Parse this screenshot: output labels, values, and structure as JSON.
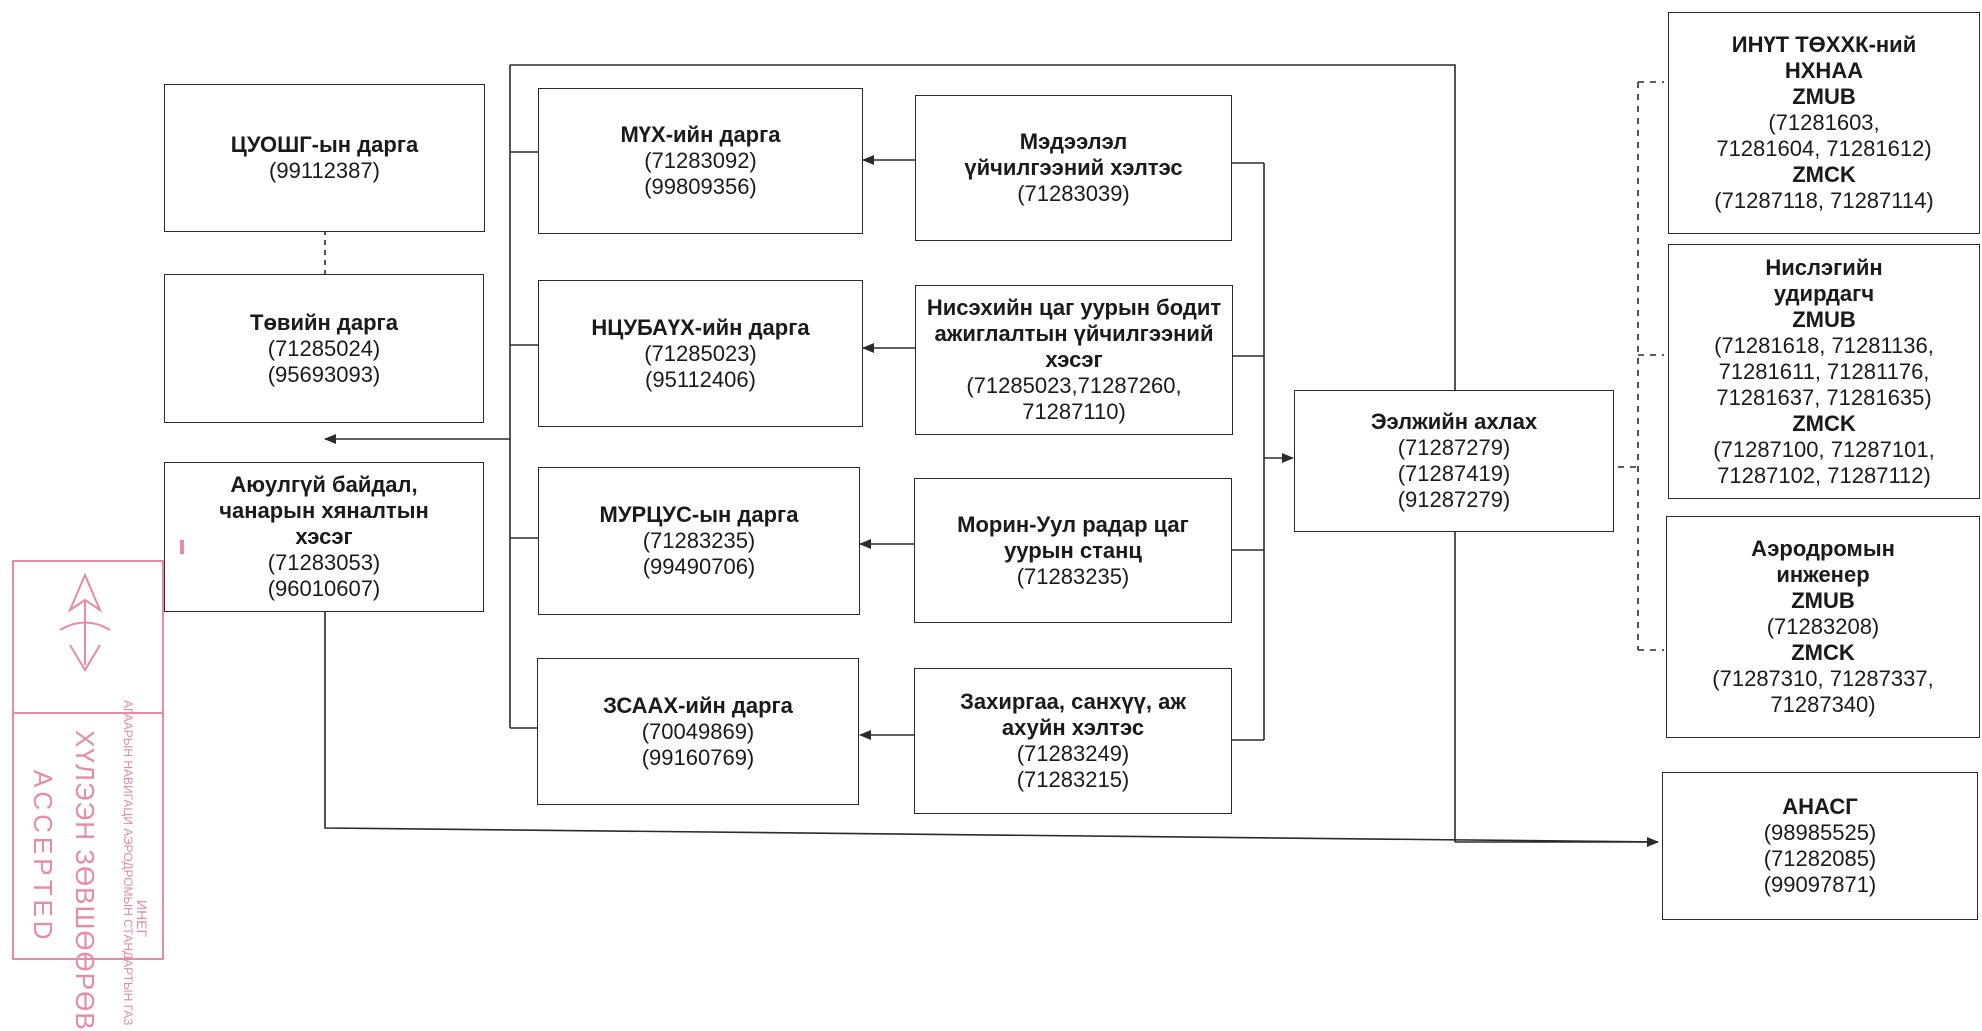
{
  "boxes": {
    "chief_center": {
      "title": "ЦУОШГ-ын дарга",
      "phones": [
        "(99112387)"
      ]
    },
    "center_director": {
      "title": "Төвийн дарга",
      "phones": [
        "(71285024)",
        "(95693093)"
      ]
    },
    "safety_quality": {
      "title": "Аюулгүй байдал, чанарын хяналтын хэсэг",
      "phones": [
        "(71283053)",
        "(96010607)"
      ]
    },
    "muh_head": {
      "title": "МҮХ-ийн дарга",
      "phones": [
        "(71283092)",
        "(99809356)"
      ]
    },
    "ncubauh_head": {
      "title": "НЦУБАҮХ-ийн дарга",
      "phones": [
        "(71285023)",
        "(95112406)"
      ]
    },
    "murcus_head": {
      "title": "МУРЦУС-ын дарга",
      "phones": [
        "(71283235)",
        "(99490706)"
      ]
    },
    "zsaah_head": {
      "title": "ЗСААХ-ийн дарга",
      "phones": [
        "(70049869)",
        "(99160769)"
      ]
    },
    "info_service": {
      "title": "Мэдээлэл үйчилгээний хэлтэс",
      "phones": [
        "(71283039)"
      ]
    },
    "aviation_obs": {
      "title": "Нисэхийн цаг уурын бодит ажиглалтын үйчилгээний хэсэг",
      "phones": [
        "(71285023,71287260,",
        "71287110)"
      ]
    },
    "morin_radar": {
      "title": "Морин-Уул радар цаг уурын станц",
      "phones": [
        "(71283235)"
      ]
    },
    "admin_finance": {
      "title": "Захиргаа, санхүү, аж ахуйн хэлтэс",
      "phones": [
        "(71283249)",
        "(71283215)"
      ]
    },
    "shift_lead": {
      "title": "Ээлжийн ахлах",
      "phones": [
        "(71287279)",
        "(71287419)",
        "(91287279)"
      ]
    },
    "inut": {
      "lines": [
        {
          "text": "ИНҮТ ТӨХХК-ний",
          "bold": true
        },
        {
          "text": "НХНАА",
          "bold": true
        },
        {
          "text": "ZMUB",
          "bold": true
        },
        {
          "text": "(71281603,",
          "bold": false
        },
        {
          "text": "71281604, 71281612)",
          "bold": false
        },
        {
          "text": "ZMCK",
          "bold": true
        },
        {
          "text": "(71287118, 71287114)",
          "bold": false
        }
      ]
    },
    "flight_dispatcher": {
      "lines": [
        {
          "text": "Нислэгийн",
          "bold": true
        },
        {
          "text": "удирдагч",
          "bold": true
        },
        {
          "text": "ZMUB",
          "bold": true
        },
        {
          "text": "(71281618, 71281136,",
          "bold": false
        },
        {
          "text": "71281611, 71281176,",
          "bold": false
        },
        {
          "text": "71281637, 71281635)",
          "bold": false
        },
        {
          "text": "ZMCK",
          "bold": true
        },
        {
          "text": "(71287100, 71287101,",
          "bold": false
        },
        {
          "text": "71287102, 71287112)",
          "bold": false
        }
      ]
    },
    "aerodrome_engineer": {
      "lines": [
        {
          "text": "Аэродромын",
          "bold": true
        },
        {
          "text": "инженер",
          "bold": true
        },
        {
          "text": "ZMUB",
          "bold": true
        },
        {
          "text": "(71283208)",
          "bold": false
        },
        {
          "text": "ZMCK",
          "bold": true
        },
        {
          "text": "(71287310, 71287337,",
          "bold": false
        },
        {
          "text": "71287340)",
          "bold": false
        }
      ]
    },
    "anasg": {
      "title": "АНАСГ",
      "phones": [
        "(98985525)",
        "(71282085)",
        "(99097871)"
      ]
    }
  },
  "stamp": {
    "line1": "ИНЕГ",
    "line2": "АГААРЫН НАВИГАЦИ АЭРОДРОМЫН СТАНДАРТЫН ГАЗ",
    "line3": "ХҮЛЭЭН ЗӨВШӨӨРӨВ",
    "line4": "ACCEPTED"
  }
}
